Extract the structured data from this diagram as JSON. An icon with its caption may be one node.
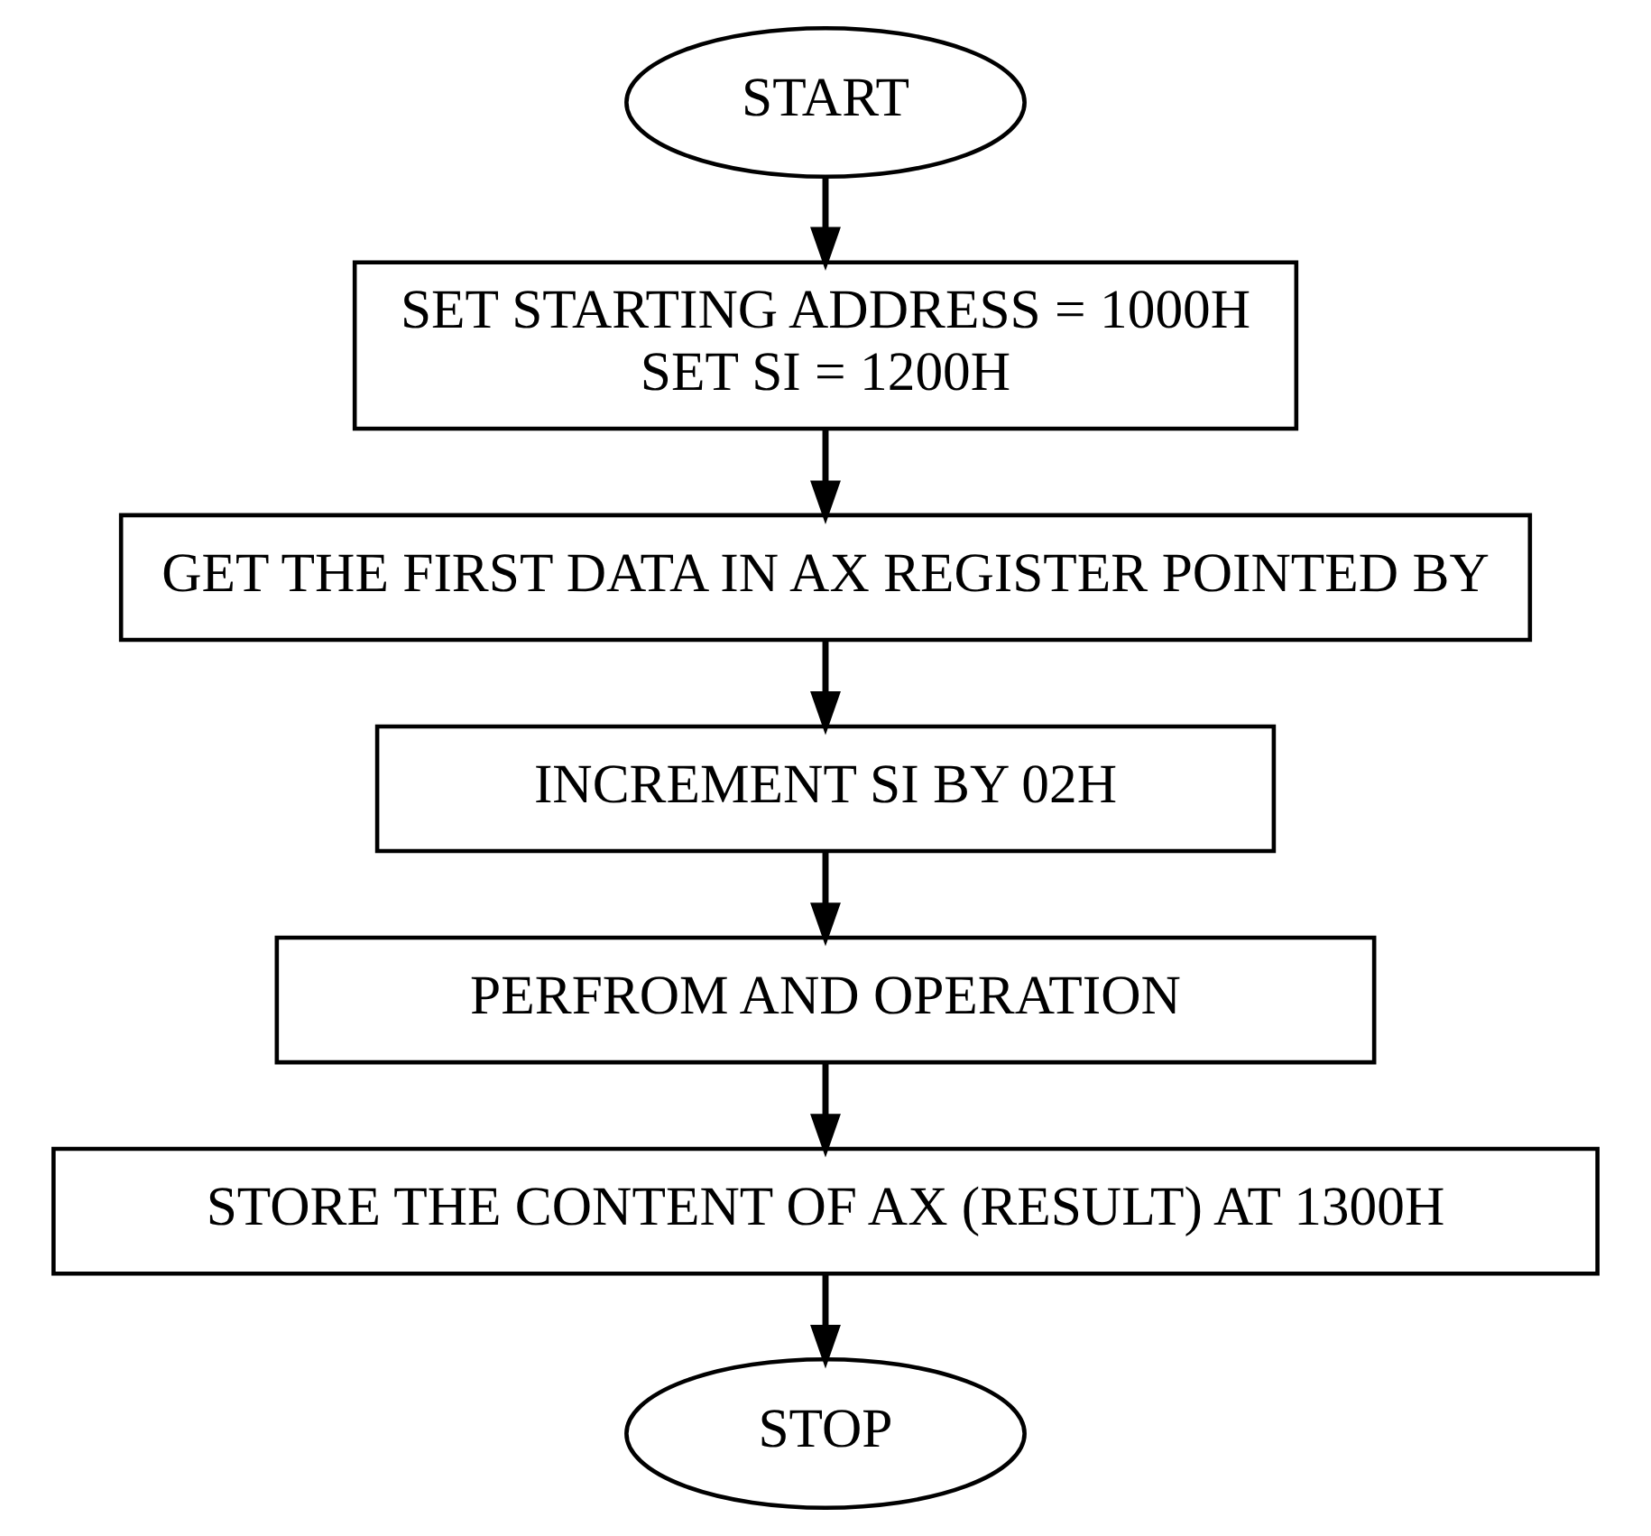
{
  "diagram": {
    "nodes": [
      {
        "text": [
          "START"
        ]
      },
      {
        "text": [
          "SET STARTING ADDRESS = 1000H",
          "SET SI = 1200H"
        ]
      },
      {
        "text": [
          "GET THE FIRST DATA IN AX REGISTER POINTED BY"
        ]
      },
      {
        "text": [
          "INCREMENT SI BY 02H"
        ]
      },
      {
        "text": [
          "PERFROM AND OPERATION"
        ]
      },
      {
        "text": [
          "STORE THE CONTENT OF AX (RESULT) AT 1300H"
        ]
      },
      {
        "text": [
          "STOP"
        ]
      }
    ],
    "edges": [
      {
        "from": 0,
        "to": 1,
        "arrow": "to"
      },
      {
        "from": 1,
        "to": 2,
        "arrow": "to"
      },
      {
        "from": 2,
        "to": 3,
        "arrow": "to"
      },
      {
        "from": 3,
        "to": 4,
        "arrow": "to"
      },
      {
        "from": 4,
        "to": 5,
        "arrow": "to"
      },
      {
        "from": 5,
        "to": 6,
        "arrow": "to"
      }
    ]
  }
}
